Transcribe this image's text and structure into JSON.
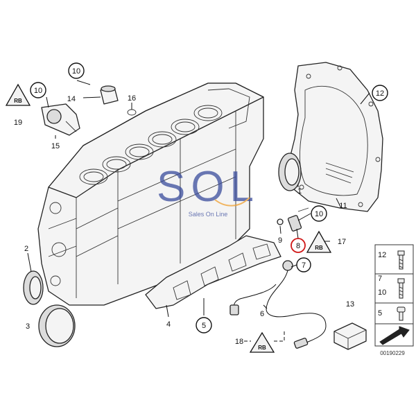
{
  "colors": {
    "line": "#222222",
    "highlight": "#d01818",
    "watermark_blue": "#3a4c9c",
    "watermark_orange": "#f0a030"
  },
  "icons": [
    "engine-block-icon",
    "gasket-icon",
    "warning-triangle-icon",
    "bolt-icon",
    "arrow-icon"
  ],
  "watermark": {
    "text": "SOL",
    "tagline": "Sales On Line"
  },
  "callouts": {
    "c1": "1",
    "c2": "2",
    "c3": "3",
    "c4": "4",
    "c5": "5",
    "c6": "6",
    "c7": "7",
    "c8": "8",
    "c9": "9",
    "c10a": "10",
    "c10b": "10",
    "c10c": "10",
    "c11": "11",
    "c12": "12",
    "c13": "13",
    "c14": "14",
    "c15": "15",
    "c16": "16",
    "c17": "17",
    "c18": "18",
    "c19": "19"
  },
  "warning_label": "RB",
  "legend": {
    "rows": [
      {
        "labels": [
          "12"
        ]
      },
      {
        "labels": [
          "7",
          "10"
        ]
      },
      {
        "labels": [
          "5"
        ]
      }
    ]
  },
  "diagram_code": "00190229"
}
